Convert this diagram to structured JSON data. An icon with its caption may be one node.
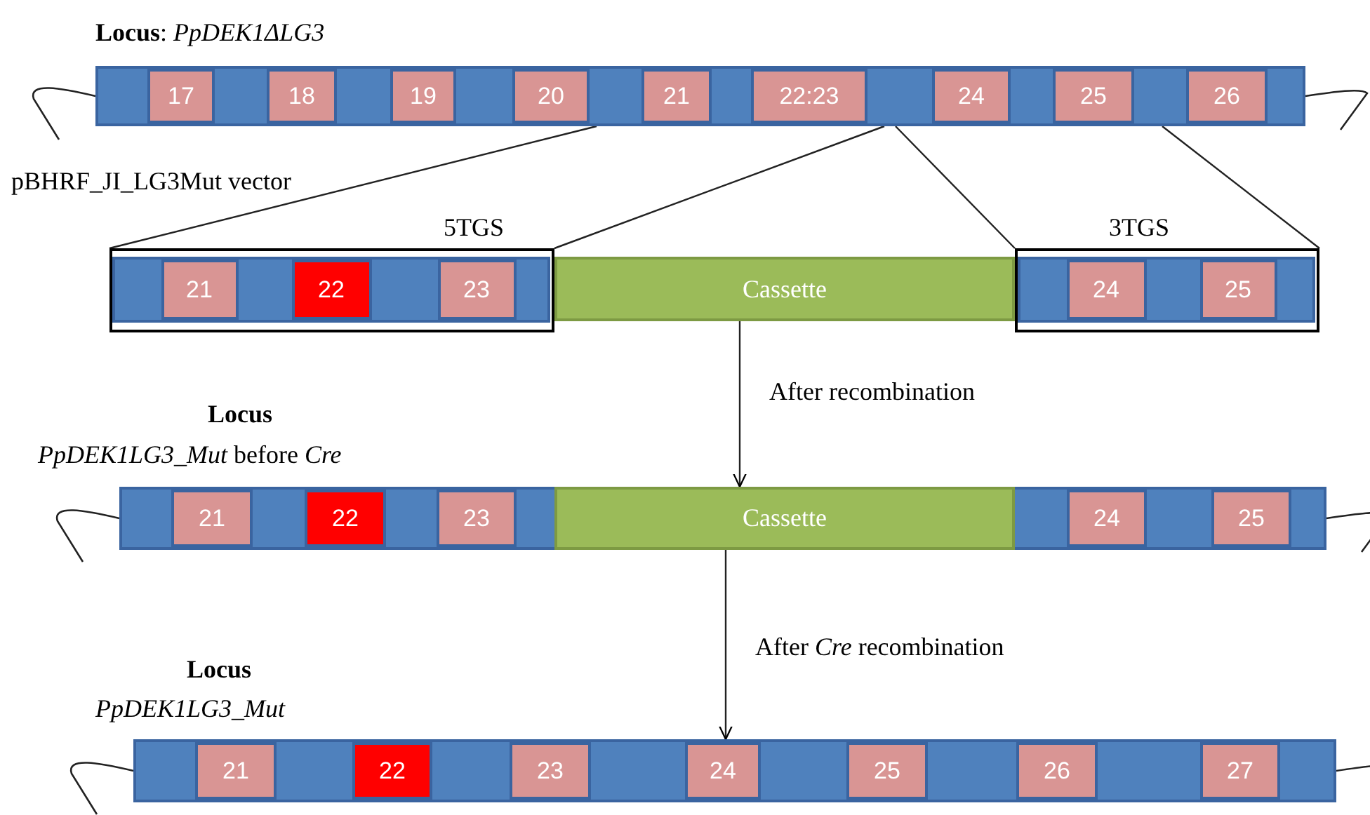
{
  "diagram": {
    "nodes": [
      {
        "text": [
          "**Locus**: *PpDEK1ΔLG3*"
        ]
      },
      {
        "text": [
          "17"
        ],
        "in": 0
      },
      {
        "text": [
          "18"
        ],
        "in": 0
      },
      {
        "text": [
          "19"
        ],
        "in": 0
      },
      {
        "text": [
          "20"
        ],
        "in": 0
      },
      {
        "text": [
          "21"
        ],
        "in": 0
      },
      {
        "text": [
          "22:23"
        ],
        "in": 0
      },
      {
        "text": [
          "24"
        ],
        "in": 0
      },
      {
        "text": [
          "25"
        ],
        "in": 0
      },
      {
        "text": [
          "26"
        ],
        "in": 0
      },
      {
        "text": [
          "5TGS"
        ]
      },
      {
        "text": [
          "21"
        ],
        "in": 10
      },
      {
        "text": [
          "22"
        ],
        "in": 10
      },
      {
        "text": [
          "23"
        ],
        "in": 10
      },
      {
        "text": [
          "Cassette"
        ]
      },
      {
        "text": [
          "3TGS"
        ]
      },
      {
        "text": [
          "24"
        ],
        "in": 15
      },
      {
        "text": [
          "25"
        ],
        "in": 15
      },
      {
        "text": [
          "Locus",
          "*PpDEK1LG3_Mut* before *Cre*"
        ]
      },
      {
        "text": [
          "21"
        ],
        "in": 18
      },
      {
        "text": [
          "22"
        ],
        "in": 18
      },
      {
        "text": [
          "23"
        ],
        "in": 18
      },
      {
        "text": [
          "Cassette"
        ],
        "in": 18
      },
      {
        "text": [
          "24"
        ],
        "in": 18
      },
      {
        "text": [
          "25"
        ],
        "in": 18
      },
      {
        "text": [
          "Locus",
          "PpDEK1LG3_Mut"
        ]
      },
      {
        "text": [
          "21"
        ],
        "in": 25
      },
      {
        "text": [
          "22"
        ],
        "in": 25
      },
      {
        "text": [
          "23"
        ],
        "in": 25
      },
      {
        "text": [
          "24"
        ],
        "in": 25
      },
      {
        "text": [
          "25"
        ],
        "in": 25
      },
      {
        "text": [
          "26"
        ],
        "in": 25
      },
      {
        "text": [
          "27"
        ],
        "in": 25
      }
    ],
    "edges": [
      {
        "from": 0,
        "to": 10,
        "arrow": "none"
      },
      {
        "from": 0,
        "to": 10,
        "arrow": "none"
      },
      {
        "from": 0,
        "to": 15,
        "arrow": "none"
      },
      {
        "from": 0,
        "to": 15,
        "arrow": "none"
      },
      {
        "from": 14,
        "to": 18,
        "arrow": "to",
        "label": "After recombination"
      },
      {
        "from": 18,
        "to": 25,
        "arrow": "to",
        "label": "After *Cre* recombination"
      }
    ],
    "labels": [
      "pBHRF_JI_LG3Mut vector"
    ]
  }
}
